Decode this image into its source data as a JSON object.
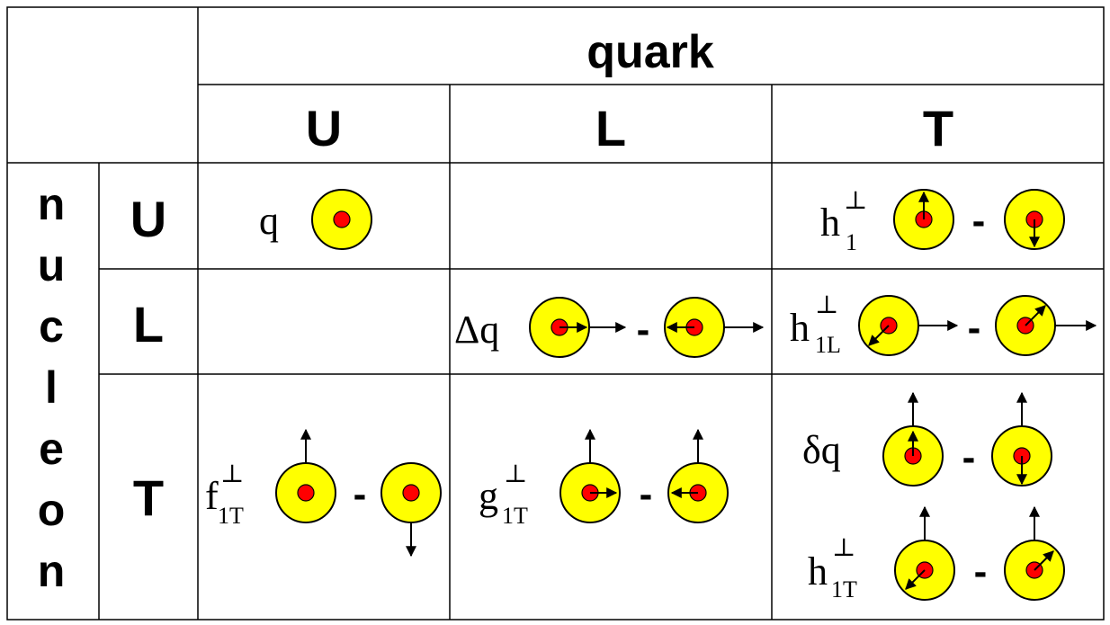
{
  "header": {
    "quark": "quark",
    "quark_cols": [
      "U",
      "L",
      "T"
    ],
    "nucleon_letters": [
      "n",
      "u",
      "c",
      "l",
      "e",
      "o",
      "n"
    ],
    "nucleon_rows": [
      "U",
      "L",
      "T"
    ]
  },
  "cells": {
    "UU": {
      "symbol": "q",
      "sub": "",
      "sup": ""
    },
    "UT": {
      "symbol": "h",
      "sub": "1",
      "sup": "⊥",
      "minus": "-"
    },
    "LL": {
      "symbol": "Δq",
      "sub": "",
      "sup": "",
      "minus": "-"
    },
    "LT": {
      "symbol": "h",
      "sub": "1L",
      "sup": "⊥",
      "minus": "-"
    },
    "TU": {
      "symbol": "f",
      "sub": "1T",
      "sup": "⊥",
      "minus": "-"
    },
    "TL": {
      "symbol": "g",
      "sub": "1T",
      "sup": "⊥",
      "minus": "-"
    },
    "TT_a": {
      "symbol": "δq",
      "sub": "",
      "sup": "",
      "minus": "-"
    },
    "TT_b": {
      "symbol": "h",
      "sub": "1T",
      "sup": "⊥",
      "minus": "-"
    }
  },
  "colors": {
    "outer": "#ffff00",
    "inner": "#ff0000",
    "line": "#000000"
  }
}
